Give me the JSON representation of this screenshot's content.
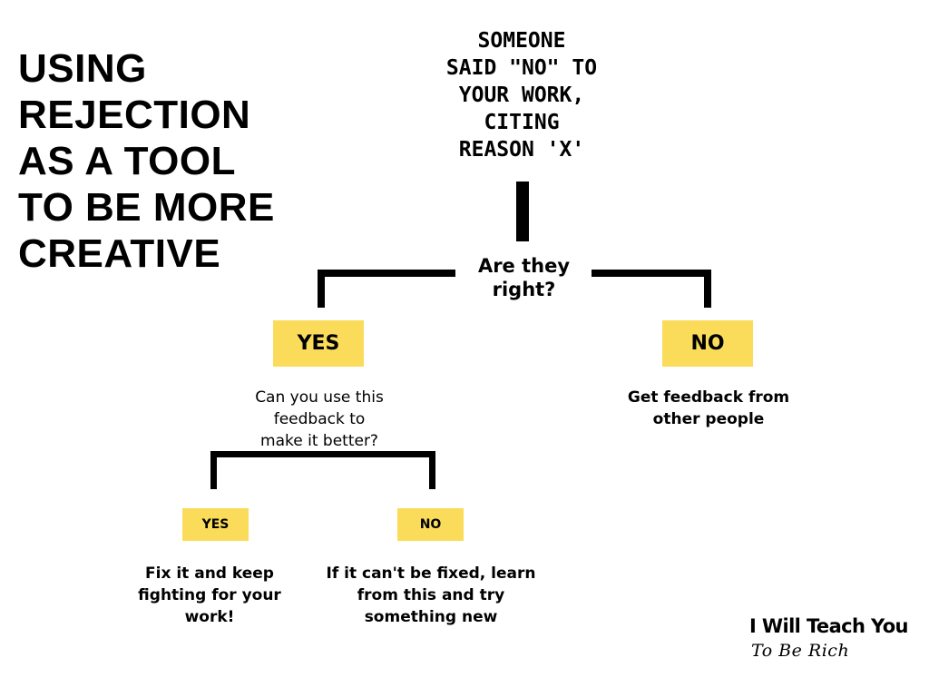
{
  "title": {
    "lines": [
      "USING",
      "REJECTION",
      "AS A TOOL",
      "TO BE MORE",
      "CREATIVE"
    ]
  },
  "top_question": {
    "lines": [
      "SOMEONE",
      "SAID \"NO\" TO",
      "YOUR WORK,",
      "CITING",
      "REASON 'X'"
    ]
  },
  "mid_question": {
    "lines": [
      "Are they",
      "right?"
    ]
  },
  "yes_branch": {
    "label": "YES",
    "question_lines": [
      "Can you use this",
      "feedback to",
      "make it better?"
    ],
    "yes": {
      "label": "YES",
      "text_lines": [
        "Fix it and keep",
        "fighting for your",
        "work!"
      ]
    },
    "no": {
      "label": "NO",
      "text_lines": [
        "If it can't be fixed, learn",
        "from this and try",
        "something new"
      ]
    }
  },
  "no_branch": {
    "label": "NO",
    "text_lines": [
      "Get feedback from",
      "other people"
    ]
  },
  "brand": {
    "main": "I Will Teach You",
    "script": "To Be Rich"
  },
  "colors": {
    "badge": "#fbdc5a",
    "connector": "#000000"
  }
}
